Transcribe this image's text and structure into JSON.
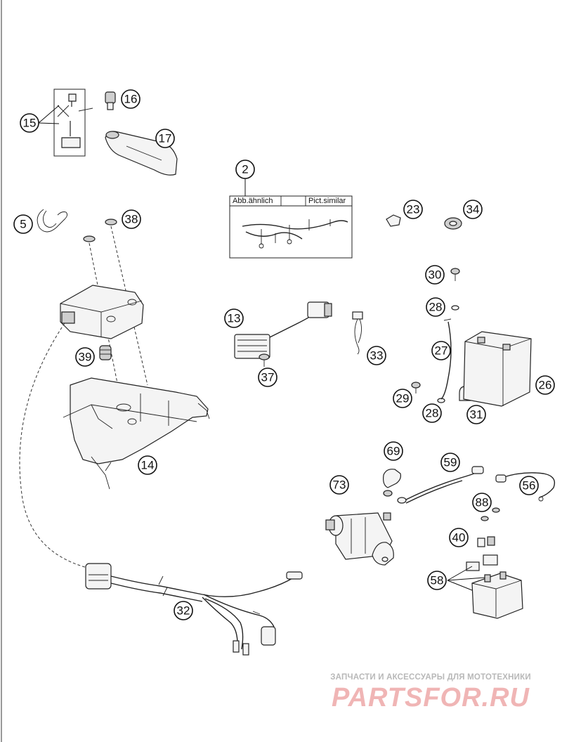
{
  "callouts": [
    "2",
    "5",
    "13",
    "14",
    "15",
    "16",
    "17",
    "23",
    "26",
    "27",
    "28",
    "28",
    "29",
    "30",
    "31",
    "32",
    "33",
    "34",
    "37",
    "38",
    "39",
    "40",
    "56",
    "58",
    "59",
    "69",
    "73",
    "88"
  ],
  "harness_box": {
    "label_left": "Abb.ähnlich",
    "label_right": "Pict.similar"
  },
  "watermark": {
    "tagline": "ЗАПЧАСТИ И АКСЕССУАРЫ ДЛЯ МОТОТЕХНИКИ",
    "brand": "PARTSFOR.RU"
  }
}
